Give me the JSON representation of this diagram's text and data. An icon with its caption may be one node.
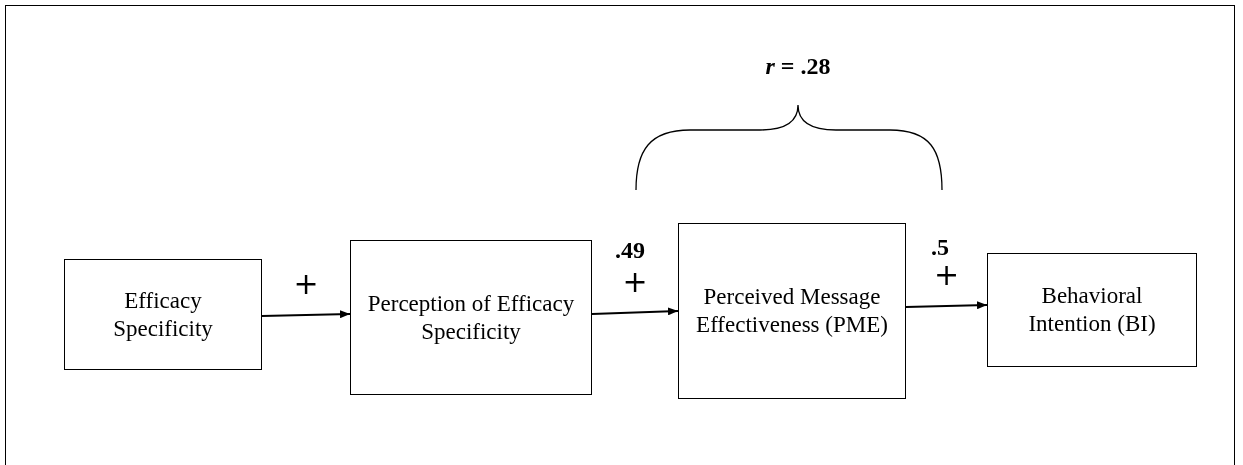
{
  "diagram": {
    "nodes": [
      {
        "text": [
          "Efficacy Specificity"
        ]
      },
      {
        "text": [
          "Perception of Efficacy Specificity"
        ]
      },
      {
        "text": [
          "Perceived Message Effectiveness (PME)"
        ]
      },
      {
        "text": [
          "Behavioral Intention (BI)"
        ]
      }
    ],
    "edges": [
      {
        "from": 0,
        "to": 1,
        "arrow": "to",
        "label": "+"
      },
      {
        "from": 1,
        "to": 2,
        "arrow": "to",
        "label": "+"
      },
      {
        "from": 2,
        "to": 3,
        "arrow": "to",
        "label": "+"
      }
    ],
    "labels": [
      "*r* = .28",
      ".49",
      ".5"
    ]
  }
}
